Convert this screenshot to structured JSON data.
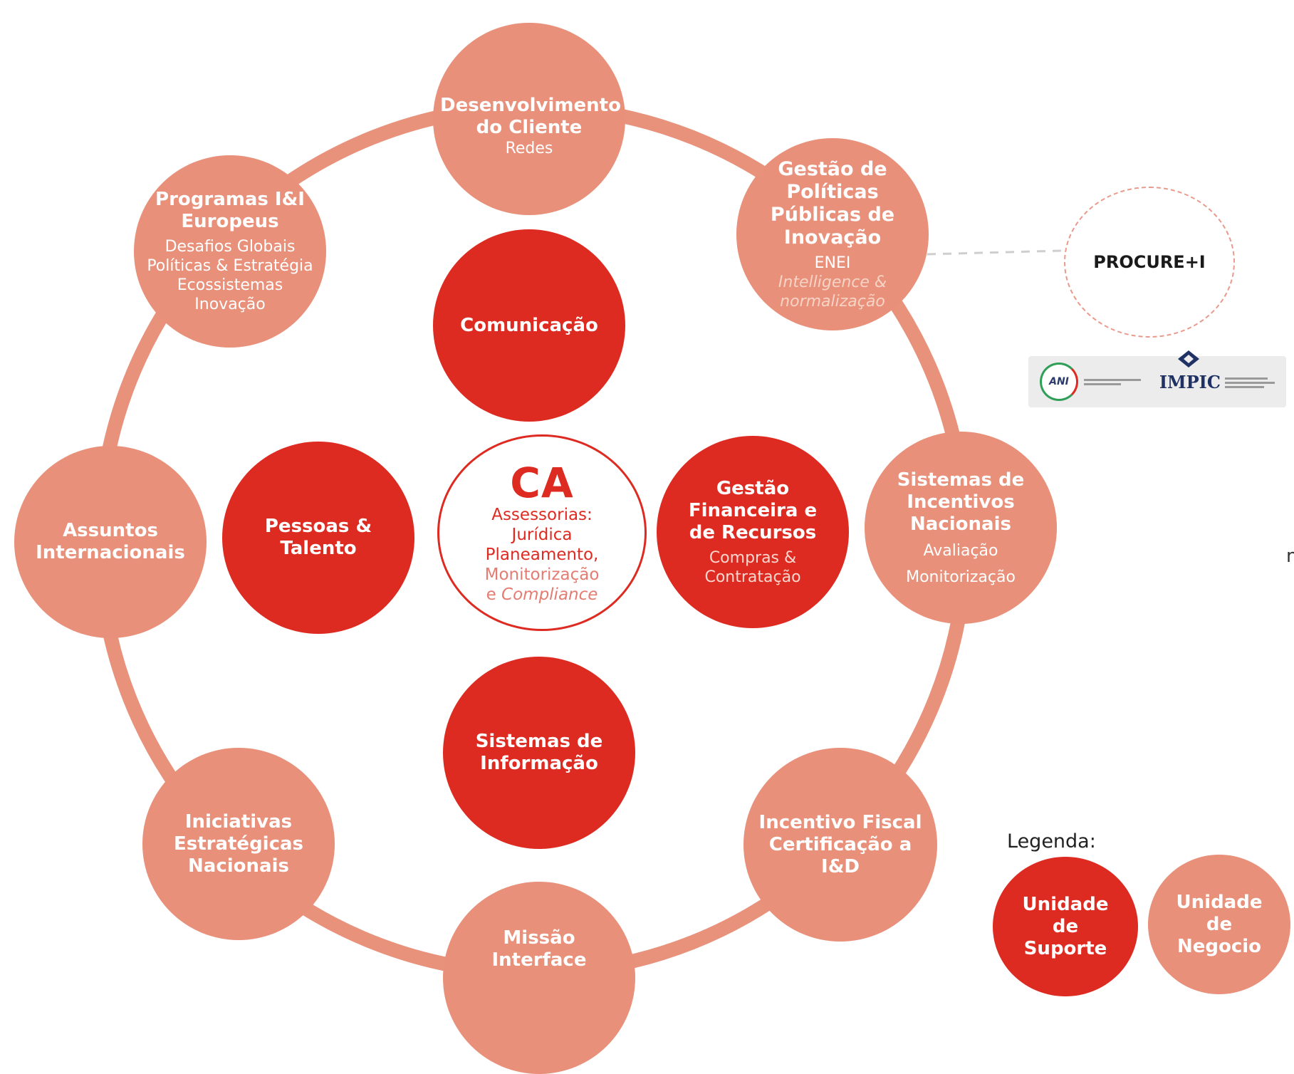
{
  "colors": {
    "business_unit": "#e8907a",
    "support_unit": "#de2b22",
    "ring": "#e8927c",
    "center_border": "#de2b22"
  },
  "ring_nodes": {
    "desenvolvimento": {
      "title": "Desenvolvimento do Cliente",
      "sub": "Redes"
    },
    "gestao_politicas": {
      "title": "Gestão de Políticas Públicas de Inovação",
      "sub": "ENEI",
      "sub_italic": "Intelligence & normalização"
    },
    "sistemas_incentivos": {
      "title": "Sistemas de Incentivos Nacionais",
      "sub1": "Avaliação",
      "sub2": "Monitorização"
    },
    "incentivo_fiscal": {
      "title": "Incentivo Fiscal Certificação a I&D"
    },
    "missao_interface": {
      "title": "Missão Interface"
    },
    "iniciativas": {
      "title": "Iniciativas Estratégicas Nacionais"
    },
    "assuntos": {
      "title": "Assuntos Internacionais"
    },
    "programas": {
      "title": "Programas I&I Europeus",
      "sub": "Desafios Globais Políticas & Estratégia Ecossistemas Inovação"
    }
  },
  "support_nodes": {
    "comunicacao": "Comunicação",
    "pessoas": "Pessoas & Talento",
    "gestao_financeira": {
      "title": "Gestão Financeira e de Recursos",
      "sub": "Compras & Contratação"
    },
    "sistemas_informacao": "Sistemas de Informação"
  },
  "center": {
    "title": "CA",
    "line1": "Assessorias:",
    "line2": "Jurídica",
    "line3": "Planeamento,",
    "line4": "Monitorização",
    "line5_prefix": "e",
    "line5_italic": "Compliance"
  },
  "procure": {
    "label": "PROCURE+I"
  },
  "logos": {
    "ani": "ANI",
    "impic": "IMPIC"
  },
  "legend": {
    "label": "Legenda:",
    "support": "Unidade de Suporte",
    "business": "Unidade de Negocio"
  },
  "edge_fragment": "n"
}
